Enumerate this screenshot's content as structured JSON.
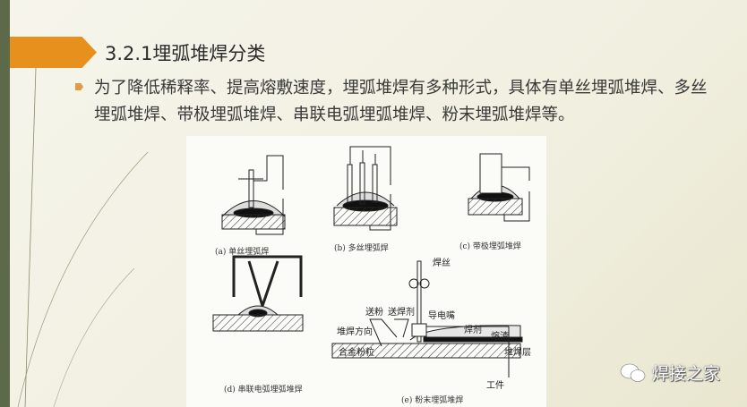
{
  "slide": {
    "title": "3.2.1埋弧堆焊分类",
    "body": "为了降低稀释率、提高熔敷速度，埋弧堆焊有多种形式，具体有单丝埋弧堆焊、多丝埋弧堆焊、带极埋弧堆焊、串联电弧埋弧堆焊、粉末埋弧堆焊等。"
  },
  "figure": {
    "captions": {
      "a": "(a) 单丝埋弧焊",
      "b": "(b) 多丝埋弧焊",
      "c": "(c) 带极埋弧堆焊",
      "d": "(d) 串联电弧埋弧堆焊",
      "e": "(e) 粉末埋弧堆焊"
    },
    "labels": {
      "wire": "焊丝",
      "powder_feed": "送粉",
      "flux_feed": "送焊剂",
      "contact_tip": "导电嘴",
      "direction": "堆焊方向",
      "flux": "焊剂",
      "slag": "熔渣",
      "alloy_powder": "合金粉粒",
      "deposit": "堆焊层",
      "workpiece": "工件"
    }
  },
  "watermark": {
    "text": "焊接之家",
    "icon": "wechat-icon"
  },
  "colors": {
    "accent": "#e8901e",
    "sidebar": "#5d6a4a"
  }
}
